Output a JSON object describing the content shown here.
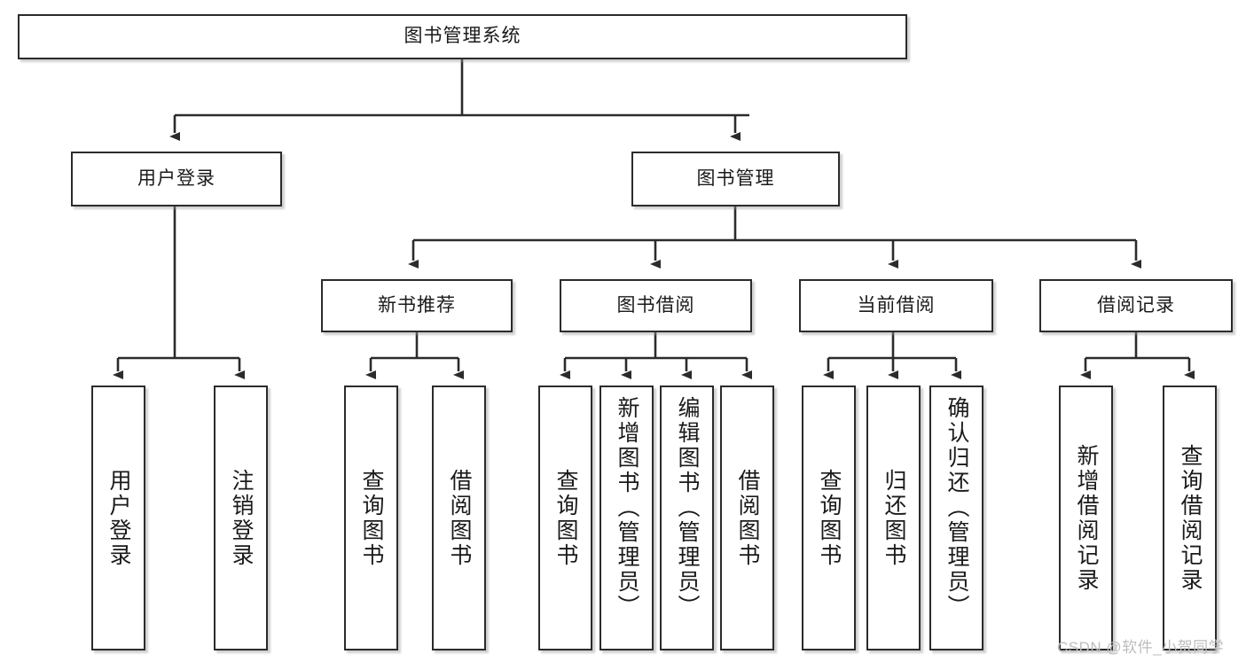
{
  "diagram": {
    "title": "图书管理系统",
    "type": "tree-hierarchy-diagram",
    "root": {
      "id": "root",
      "label": "图书管理系统"
    },
    "level2": [
      {
        "id": "user-login",
        "label": "用户登录"
      },
      {
        "id": "book-manage",
        "label": "图书管理"
      }
    ],
    "level3": [
      {
        "id": "new-book-rec",
        "label": "新书推荐"
      },
      {
        "id": "book-borrow",
        "label": "图书借阅"
      },
      {
        "id": "current-borrow",
        "label": "当前借阅"
      },
      {
        "id": "borrow-record",
        "label": "借阅记录"
      }
    ],
    "leaves": [
      {
        "id": "leaf-user-login",
        "label": "用户登录",
        "parent": "user-login"
      },
      {
        "id": "leaf-logout",
        "label": "注销登录",
        "parent": "user-login"
      },
      {
        "id": "leaf-query-book-1",
        "label": "查询图书",
        "parent": "new-book-rec"
      },
      {
        "id": "leaf-borrow-book-1",
        "label": "借阅图书",
        "parent": "new-book-rec"
      },
      {
        "id": "leaf-query-book-2",
        "label": "查询图书",
        "parent": "book-borrow"
      },
      {
        "id": "leaf-add-book",
        "label": "新增图书（管理员）",
        "parent": "book-borrow"
      },
      {
        "id": "leaf-edit-book",
        "label": "编辑图书（管理员）",
        "parent": "book-borrow"
      },
      {
        "id": "leaf-borrow-book-2",
        "label": "借阅图书",
        "parent": "book-borrow"
      },
      {
        "id": "leaf-query-book-3",
        "label": "查询图书",
        "parent": "current-borrow"
      },
      {
        "id": "leaf-return-book",
        "label": "归还图书",
        "parent": "current-borrow"
      },
      {
        "id": "leaf-confirm-return",
        "label": "确认归还（管理员）",
        "parent": "current-borrow"
      },
      {
        "id": "leaf-add-record",
        "label": "新增借阅记录",
        "parent": "borrow-record"
      },
      {
        "id": "leaf-query-record",
        "label": "查询借阅记录",
        "parent": "borrow-record"
      }
    ],
    "watermark": "CSDN @软件_小贺同学",
    "colors": {
      "stroke": "#2b2b2b",
      "fill": "#ffffff",
      "text": "#1a1a1a",
      "watermark": "#bdbdbd"
    }
  }
}
